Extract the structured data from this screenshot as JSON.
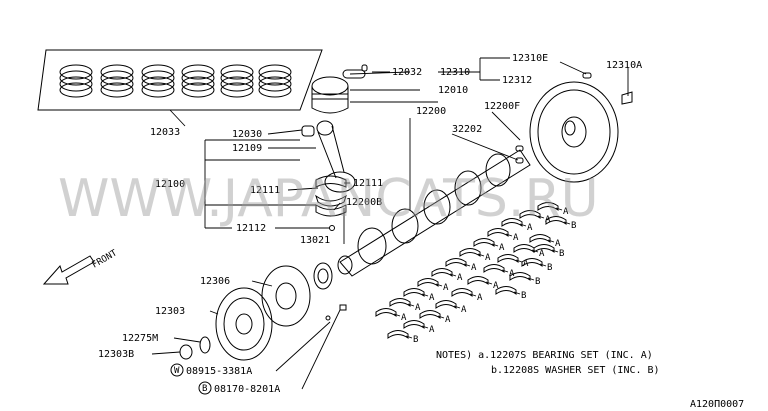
{
  "labels": {
    "p12033": "12033",
    "p12032": "12032",
    "p12310": "12310",
    "p12310E": "12310E",
    "p12310A": "12310A",
    "p12312": "12312",
    "p12010": "12010",
    "p12200": "12200",
    "p12200F": "12200F",
    "p32202": "32202",
    "p12030": "12030",
    "p12109": "12109",
    "p12100": "12100",
    "p12111a": "12111",
    "p12111b": "12111",
    "p12200B": "12200B",
    "p12112": "12112",
    "p13021": "13021",
    "p12306": "12306",
    "p12303": "12303",
    "p12275M": "12275M",
    "p12303B": "12303B",
    "p08915": "08915-3381A",
    "p08170": "08170-8201A",
    "circW": "W",
    "circB": "B",
    "front": "FRONT"
  },
  "bearing_marks": [
    "A",
    "A",
    "A",
    "A",
    "A",
    "A",
    "A",
    "A",
    "A",
    "A",
    "A",
    "A",
    "A",
    "A",
    "A",
    "A",
    "A",
    "A",
    "A",
    "A",
    "A",
    "B",
    "B",
    "B",
    "B",
    "B",
    "B"
  ],
  "notes": {
    "line1": "NOTES) a.12207S BEARING SET (INC. A)",
    "line2": "b.12208S WASHER SET (INC. B)"
  },
  "watermark": "WWW.JAPANCATS.RU",
  "diagram_code": "A120Π0007"
}
